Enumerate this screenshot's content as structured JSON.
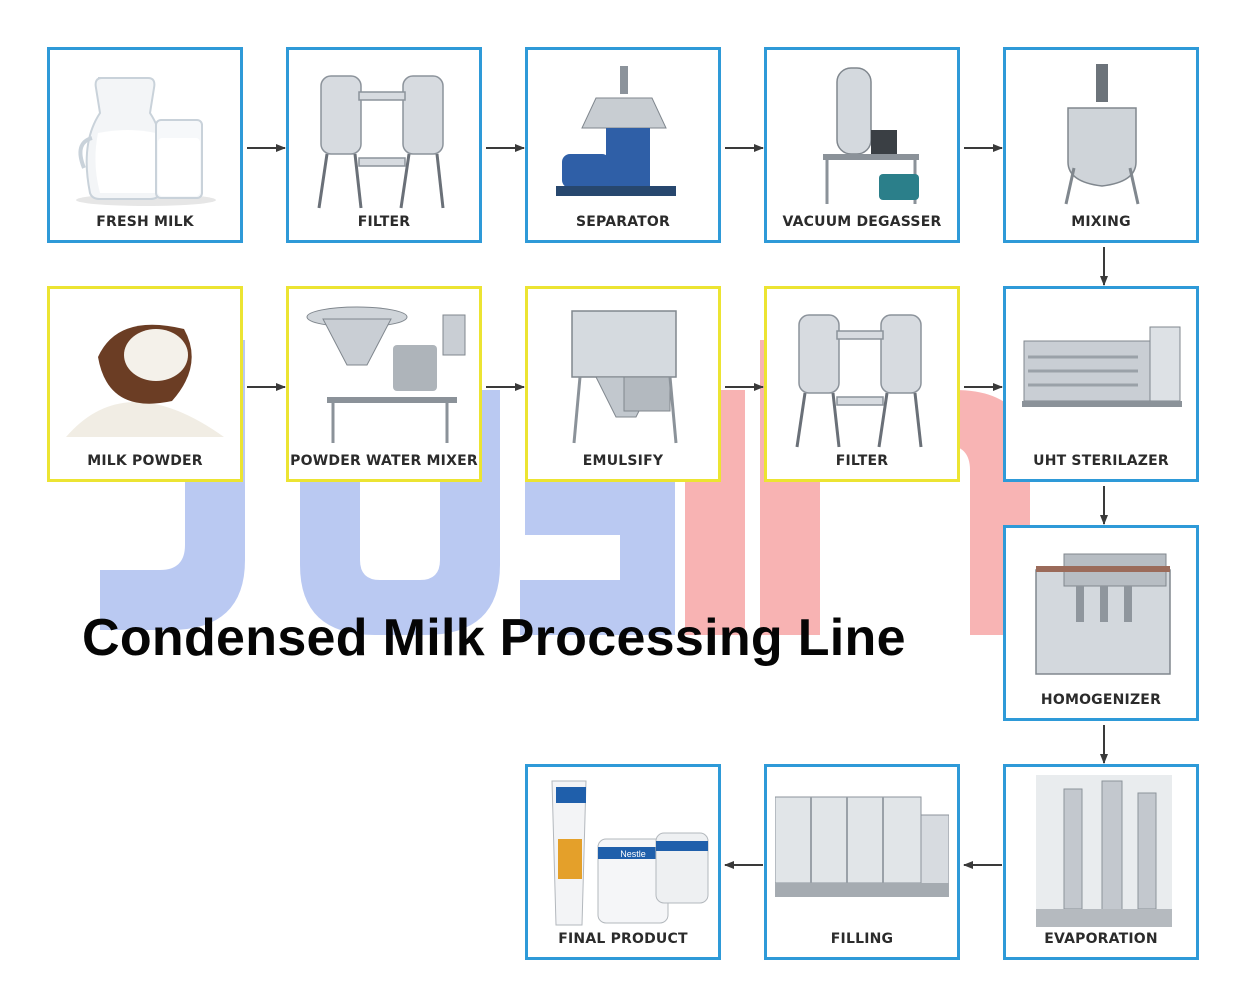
{
  "title": "Condensed Milk Processing Line",
  "watermark": "JUSTIN",
  "colors": {
    "blue_border": "#2e9ad8",
    "yellow_border": "#ece432",
    "arrow": "#3a3a3a",
    "wm_blue": "#5a7fe0",
    "wm_red": "#f26a6a"
  },
  "steps": {
    "fresh_milk": "FRESH MILK",
    "filter_1": "FILTER",
    "separator": "SEPARATOR",
    "vacuum_degasser": "VACUUM DEGASSER",
    "mixing": "MIXING",
    "milk_powder": "MILK POWDER",
    "powder_water_mixer": "POWDER WATER MIXER",
    "emulsify": "EMULSIFY",
    "filter_2": "FILTER",
    "uht_sterilizer": "UHT STERILAZER",
    "homogenizer": "HOMOGENIZER",
    "evaporation": "EVAPORATION",
    "filling": "FILLING",
    "final_product": "FINAL PRODUCT"
  },
  "product_labels": {
    "brand": "Nestle"
  }
}
